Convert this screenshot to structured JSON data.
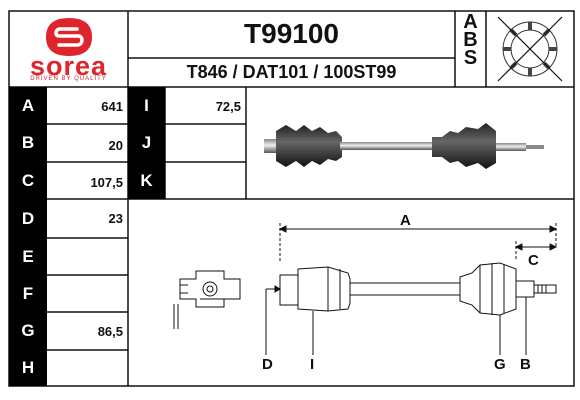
{
  "brand": {
    "logo_text": "sorea",
    "tagline": "DRIVEN BY QUALITY",
    "color": "#e0242c"
  },
  "header": {
    "part_number": "T99100",
    "cross_refs": "T846 / DAT101 / 100ST99"
  },
  "abs_box": {
    "letters": [
      "A",
      "B",
      "S"
    ]
  },
  "specs_left": [
    {
      "label": "A",
      "value": "641"
    },
    {
      "label": "B",
      "value": "20"
    },
    {
      "label": "C",
      "value": "107,5"
    },
    {
      "label": "D",
      "value": "23"
    },
    {
      "label": "E",
      "value": ""
    },
    {
      "label": "F",
      "value": ""
    },
    {
      "label": "G",
      "value": "86,5"
    },
    {
      "label": "H",
      "value": ""
    }
  ],
  "specs_mid": [
    {
      "label": "I",
      "value": "72,5"
    },
    {
      "label": "J",
      "value": ""
    },
    {
      "label": "K",
      "value": ""
    }
  ],
  "diagram_labels": {
    "A": "A",
    "C": "C",
    "D": "D",
    "I": "I",
    "G": "G",
    "B": "B"
  }
}
